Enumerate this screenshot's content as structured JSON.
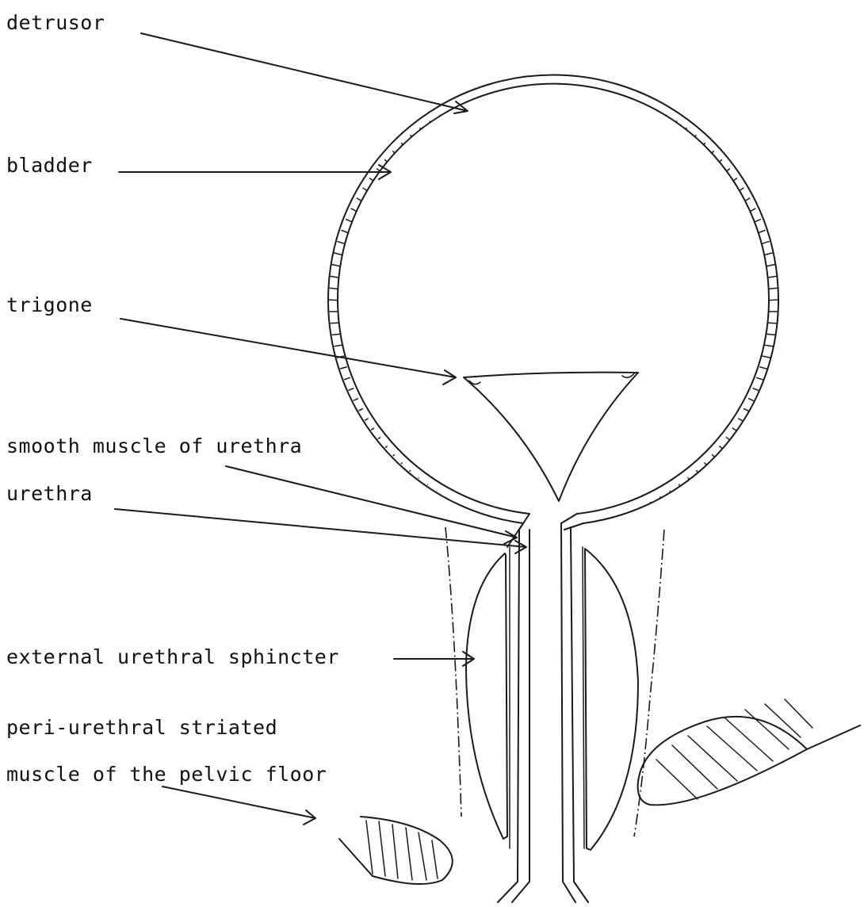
{
  "labels": {
    "detrusor": "detrusor",
    "bladder": "bladder",
    "trigone": "trigone",
    "smooth_muscle": "smooth muscle of urethra",
    "urethra": "urethra",
    "external_sphincter": "external urethral sphincter",
    "pelvic_floor_line1": "peri-urethral striated",
    "pelvic_floor_line2": "muscle of the pelvic floor"
  }
}
